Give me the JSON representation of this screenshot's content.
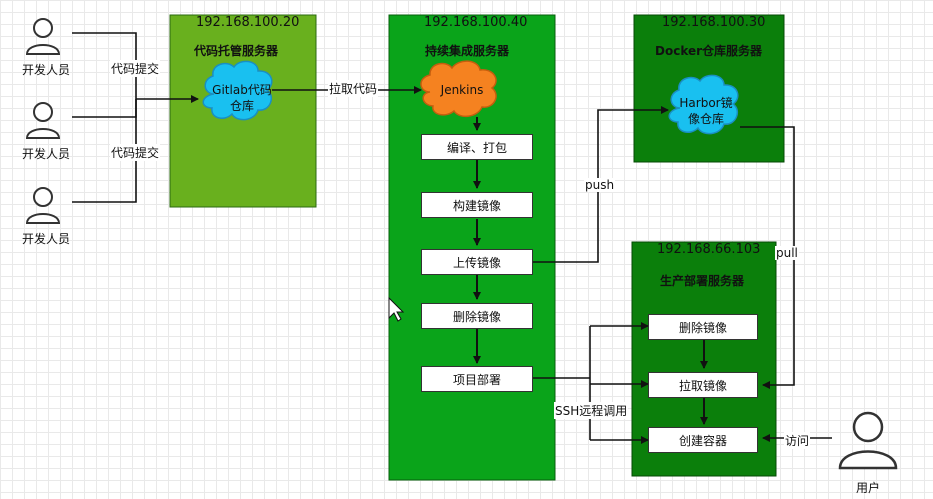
{
  "developers": [
    {
      "label": "开发人员"
    },
    {
      "label": "开发人员"
    },
    {
      "label": "开发人员"
    }
  ],
  "edges": {
    "commit_1": "代码提交",
    "commit_2": "代码提交",
    "pull_code": "拉取代码",
    "push": "push",
    "pull": "pull",
    "ssh": "SSH远程调用",
    "visit": "访问"
  },
  "gitlab": {
    "ip": "192.168.100.20",
    "title": "代码托管服务器",
    "node_line1": "Gitlab代码",
    "node_line2": "仓库"
  },
  "ci": {
    "ip": "192.168.100.40",
    "title": "持续集成服务器",
    "node": "Jenkins",
    "steps": [
      "编译、打包",
      "构建镜像",
      "上传镜像",
      "删除镜像",
      "项目部署"
    ]
  },
  "docker": {
    "ip": "192.168.100.30",
    "title": "Docker仓库服务器",
    "node_line1": "Harbor镜",
    "node_line2": "像仓库"
  },
  "prod": {
    "ip": "192.168.66.103",
    "title": "生产部署服务器",
    "steps": [
      "删除镜像",
      "拉取镜像",
      "创建容器"
    ]
  },
  "user": {
    "label": "用户"
  },
  "colors": {
    "gitlab_zone": "#69b01e",
    "ci_zone": "#0aa41a",
    "docker_zone": "#0b7f0b",
    "prod_zone": "#0b7f0b",
    "cloud_blue": "#19c0f0",
    "cloud_orange": "#f58220"
  }
}
